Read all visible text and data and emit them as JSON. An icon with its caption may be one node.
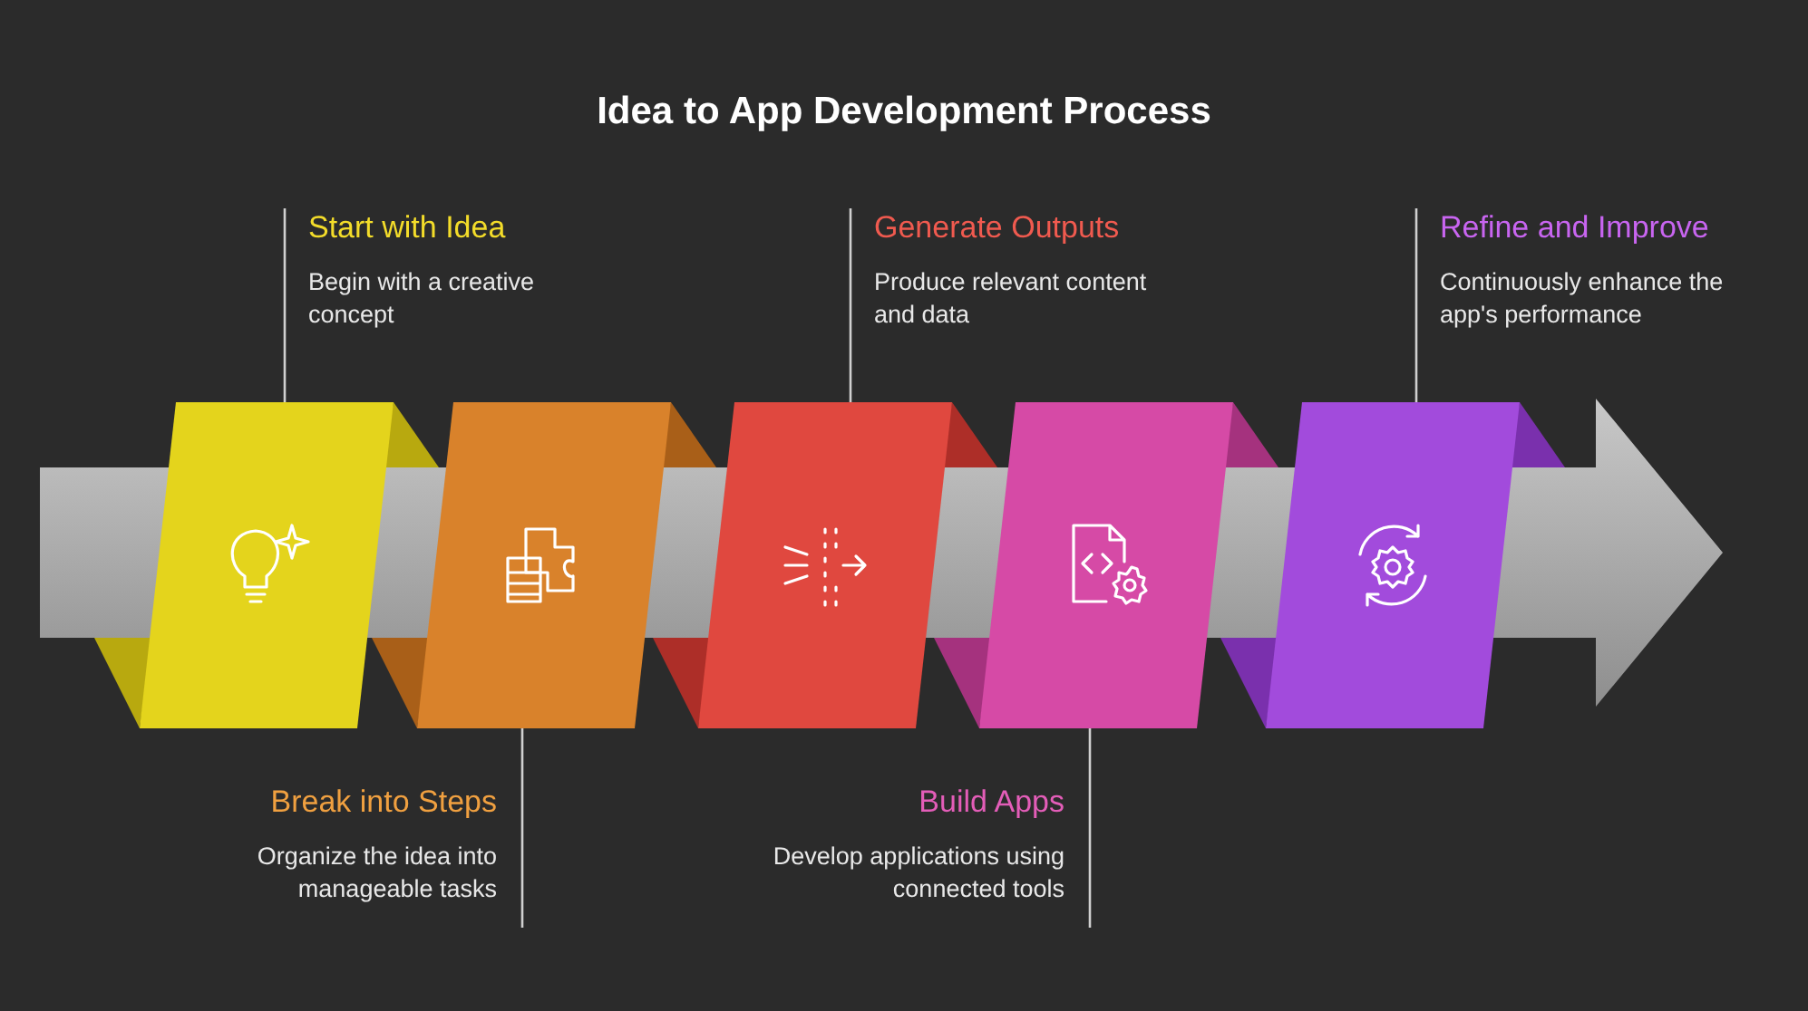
{
  "diagram": {
    "title": "Idea to App Development Process",
    "nodes": [
      {
        "text": [
          "Start with Idea",
          "Begin with a creative concept"
        ]
      },
      {
        "text": [
          "Break into Steps",
          "Organize the idea into manageable tasks"
        ]
      },
      {
        "text": [
          "Generate Outputs",
          "Produce relevant content and data"
        ]
      },
      {
        "text": [
          "Build Apps",
          "Develop applications using connected tools"
        ]
      },
      {
        "text": [
          "Refine and Improve",
          "Continuously enhance the app's performance"
        ]
      },
      {
        "text": [],
        "shape": "box"
      },
      {
        "text": [],
        "shape": "box"
      },
      {
        "text": [],
        "shape": "box"
      },
      {
        "text": [],
        "shape": "box"
      },
      {
        "text": [],
        "shape": "box"
      }
    ],
    "edges": [
      {
        "from": 0,
        "to": 5,
        "arrow": "none"
      },
      {
        "from": 1,
        "to": 6,
        "arrow": "none"
      },
      {
        "from": 2,
        "to": 7,
        "arrow": "none"
      },
      {
        "from": 3,
        "to": 8,
        "arrow": "none"
      },
      {
        "from": 4,
        "to": 9,
        "arrow": "none"
      }
    ]
  }
}
